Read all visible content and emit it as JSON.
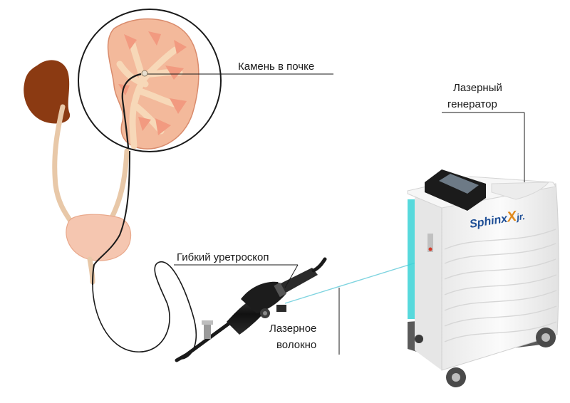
{
  "labels": {
    "kidney_stone": "Камень в почке",
    "laser_generator_line1": "Лазерный",
    "laser_generator_line2": "генератор",
    "flexible_ureteroscope": "Гибкий уретроскоп",
    "laser_fiber_line1": "Лазерное",
    "laser_fiber_line2": "волокно"
  },
  "device": {
    "brand": "Sphinx",
    "brand_mark": "X",
    "brand_suffix": "jr."
  },
  "colors": {
    "kidney_dark": "#8b3a12",
    "kidney_tissue": "#f3b99b",
    "pyramid": "#f29a80",
    "collecting": "#f7d8b8",
    "ureter": "#e8c8a8",
    "bladder": "#f5c6b0",
    "laser_beam": "#7fd4e0",
    "device_body": "#f4f4f4",
    "device_glow": "#39d2d6",
    "brand_text": "#1f4f96",
    "scope_black": "#1a1a1a"
  }
}
